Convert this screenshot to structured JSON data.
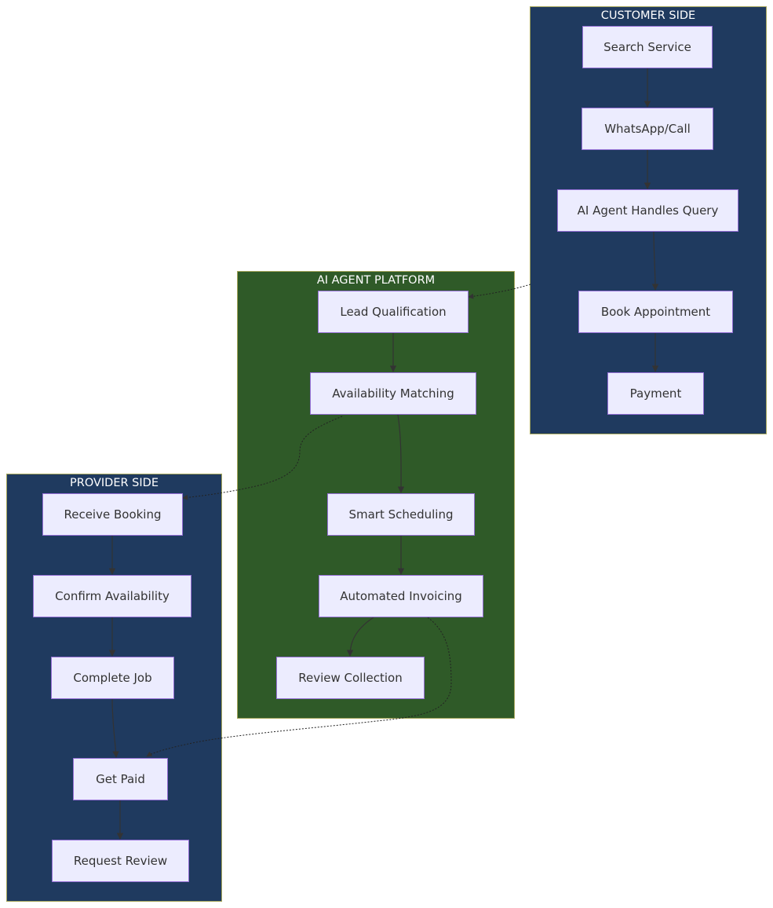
{
  "clusters": {
    "customer": {
      "title": "CUSTOMER SIDE",
      "color": "#1f3a5f"
    },
    "platform": {
      "title": "AI AGENT PLATFORM",
      "color": "#2f5a28"
    },
    "provider": {
      "title": "PROVIDER SIDE",
      "color": "#1f3a5f"
    }
  },
  "nodes": {
    "search_service": "Search Service",
    "whatsapp_call": "WhatsApp/Call",
    "ai_agent_handles_query": "AI Agent Handles Query",
    "book_appointment": "Book Appointment",
    "payment": "Payment",
    "lead_qualification": "Lead Qualification",
    "availability_matching": "Availability Matching",
    "smart_scheduling": "Smart Scheduling",
    "automated_invoicing": "Automated Invoicing",
    "review_collection": "Review Collection",
    "receive_booking": "Receive Booking",
    "confirm_availability": "Confirm Availability",
    "complete_job": "Complete Job",
    "get_paid": "Get Paid",
    "request_review": "Request Review"
  },
  "edges": [
    {
      "from": "Search Service",
      "to": "WhatsApp/Call",
      "style": "solid"
    },
    {
      "from": "WhatsApp/Call",
      "to": "AI Agent Handles Query",
      "style": "solid"
    },
    {
      "from": "AI Agent Handles Query",
      "to": "Book Appointment",
      "style": "solid"
    },
    {
      "from": "Book Appointment",
      "to": "Payment",
      "style": "solid"
    },
    {
      "from": "AI Agent Handles Query",
      "to": "Lead Qualification",
      "style": "dotted"
    },
    {
      "from": "Lead Qualification",
      "to": "Availability Matching",
      "style": "solid"
    },
    {
      "from": "Availability Matching",
      "to": "Smart Scheduling",
      "style": "solid"
    },
    {
      "from": "Smart Scheduling",
      "to": "Automated Invoicing",
      "style": "solid"
    },
    {
      "from": "Automated Invoicing",
      "to": "Review Collection",
      "style": "solid"
    },
    {
      "from": "Availability Matching",
      "to": "Receive Booking",
      "style": "dotted"
    },
    {
      "from": "Automated Invoicing",
      "to": "Get Paid",
      "style": "dotted"
    },
    {
      "from": "Receive Booking",
      "to": "Confirm Availability",
      "style": "solid"
    },
    {
      "from": "Confirm Availability",
      "to": "Complete Job",
      "style": "solid"
    },
    {
      "from": "Complete Job",
      "to": "Get Paid",
      "style": "solid"
    },
    {
      "from": "Get Paid",
      "to": "Request Review",
      "style": "solid"
    }
  ]
}
